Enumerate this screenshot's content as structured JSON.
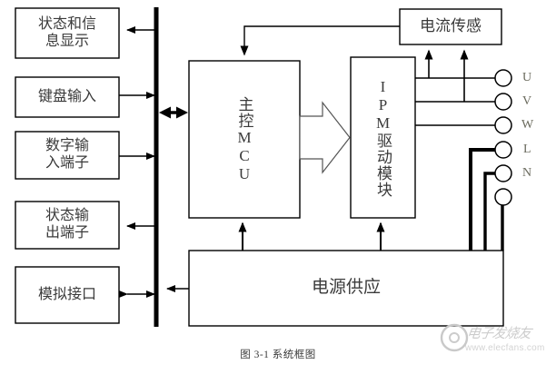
{
  "figure": {
    "caption": "图 3-1 系统框图"
  },
  "blocks": {
    "status_display": {
      "label": "状态和信\n息显示"
    },
    "keypad_input": {
      "label": "键盘输入"
    },
    "digital_input": {
      "label": "数字输\n入端子"
    },
    "status_output": {
      "label": "状态输\n出端子"
    },
    "analog_interface": {
      "label": "模拟接口"
    },
    "mcu": {
      "label": "主控MCU"
    },
    "ipm_driver": {
      "label": "IPM驱动模块"
    },
    "current_sensor": {
      "label": "电流传感"
    },
    "power_supply": {
      "label": "电源供应"
    }
  },
  "terminals": [
    {
      "name": "U",
      "label": "U"
    },
    {
      "name": "V",
      "label": "V"
    },
    {
      "name": "W",
      "label": "W"
    },
    {
      "name": "L",
      "label": "L"
    },
    {
      "name": "N",
      "label": "N"
    }
  ],
  "watermark": {
    "text_cn": "电子发烧友",
    "url": "www.elecfans.com"
  },
  "colors": {
    "stroke": "#000000",
    "text": "#3a3a3a",
    "terminal_text": "#6b6b5e",
    "background": "#ffffff"
  }
}
